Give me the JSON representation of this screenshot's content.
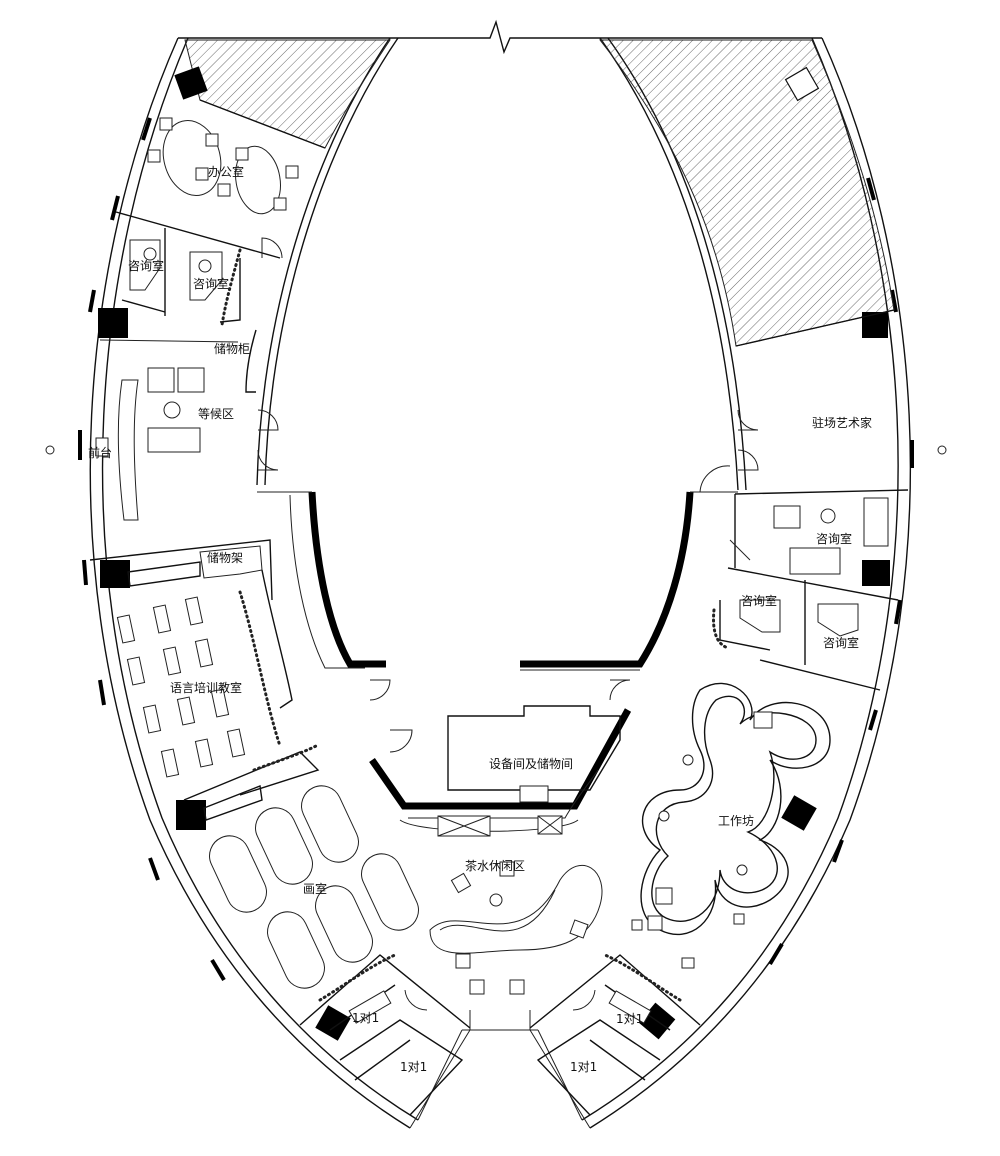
{
  "rooms": {
    "office": "办公室",
    "consult_1": "咨询室",
    "consult_2": "咨询室",
    "storage_cabinet": "储物柜",
    "waiting": "等候区",
    "reception": "前台",
    "storage_rack": "储物架",
    "language_classroom": "语言培训教室",
    "painting_room": "画室",
    "tea_lounge": "茶水休闲区",
    "equipment_storage": "设备间及储物间",
    "workshop": "工作坊",
    "artist_in_residence": "驻场艺术家",
    "consult_3": "咨询室",
    "consult_4": "咨询室",
    "consult_5": "咨询室",
    "one_on_one_1": "1对1",
    "one_on_one_2": "1对1",
    "one_on_one_3": "1对1",
    "one_on_one_4": "1对1"
  },
  "colors": {
    "line": "#111111",
    "background": "#ffffff",
    "column": "#000000"
  }
}
